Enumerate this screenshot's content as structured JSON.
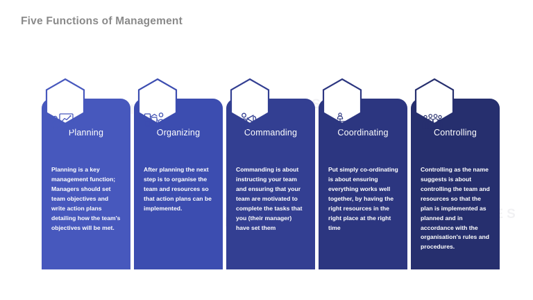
{
  "slide": {
    "title": "Five Functions of Management",
    "title_color": "#8a8a8a",
    "background": "#ffffff",
    "watermark_text": "FLYSLIDES"
  },
  "cards": [
    {
      "title": "Planning",
      "body": "Planning is a key management function; Managers should set team objectives and write action plans detailing how the team's objectives will be met.",
      "color": "#4758bd",
      "icon": "presentation-chart-person-icon"
    },
    {
      "title": "Organizing",
      "body": "After planning the next step is to organise the team and resources so that action plans can be implemented.",
      "color": "#3c4db0",
      "icon": "person-puzzle-blocks-icon"
    },
    {
      "title": "Commanding",
      "body": "Commanding is about instructing your team and ensuring that your team are motivated to complete the tasks that you (their manager) have set them",
      "color": "#333f92",
      "icon": "person-megaphone-icon"
    },
    {
      "title": "Coordinating",
      "body": "Put simply co-ordinating is about ensuring everything works well together, by having the right resources in the right place at the right time",
      "color": "#2c3680",
      "icon": "org-chart-hierarchy-icon"
    },
    {
      "title": "Controlling",
      "body": "Controlling as the name suggests is about controlling the team and resources so that the plan is implemented as planned and in accordance with the organisation's rules and procedures.",
      "color": "#262f6e",
      "icon": "group-of-people-icon"
    }
  ]
}
